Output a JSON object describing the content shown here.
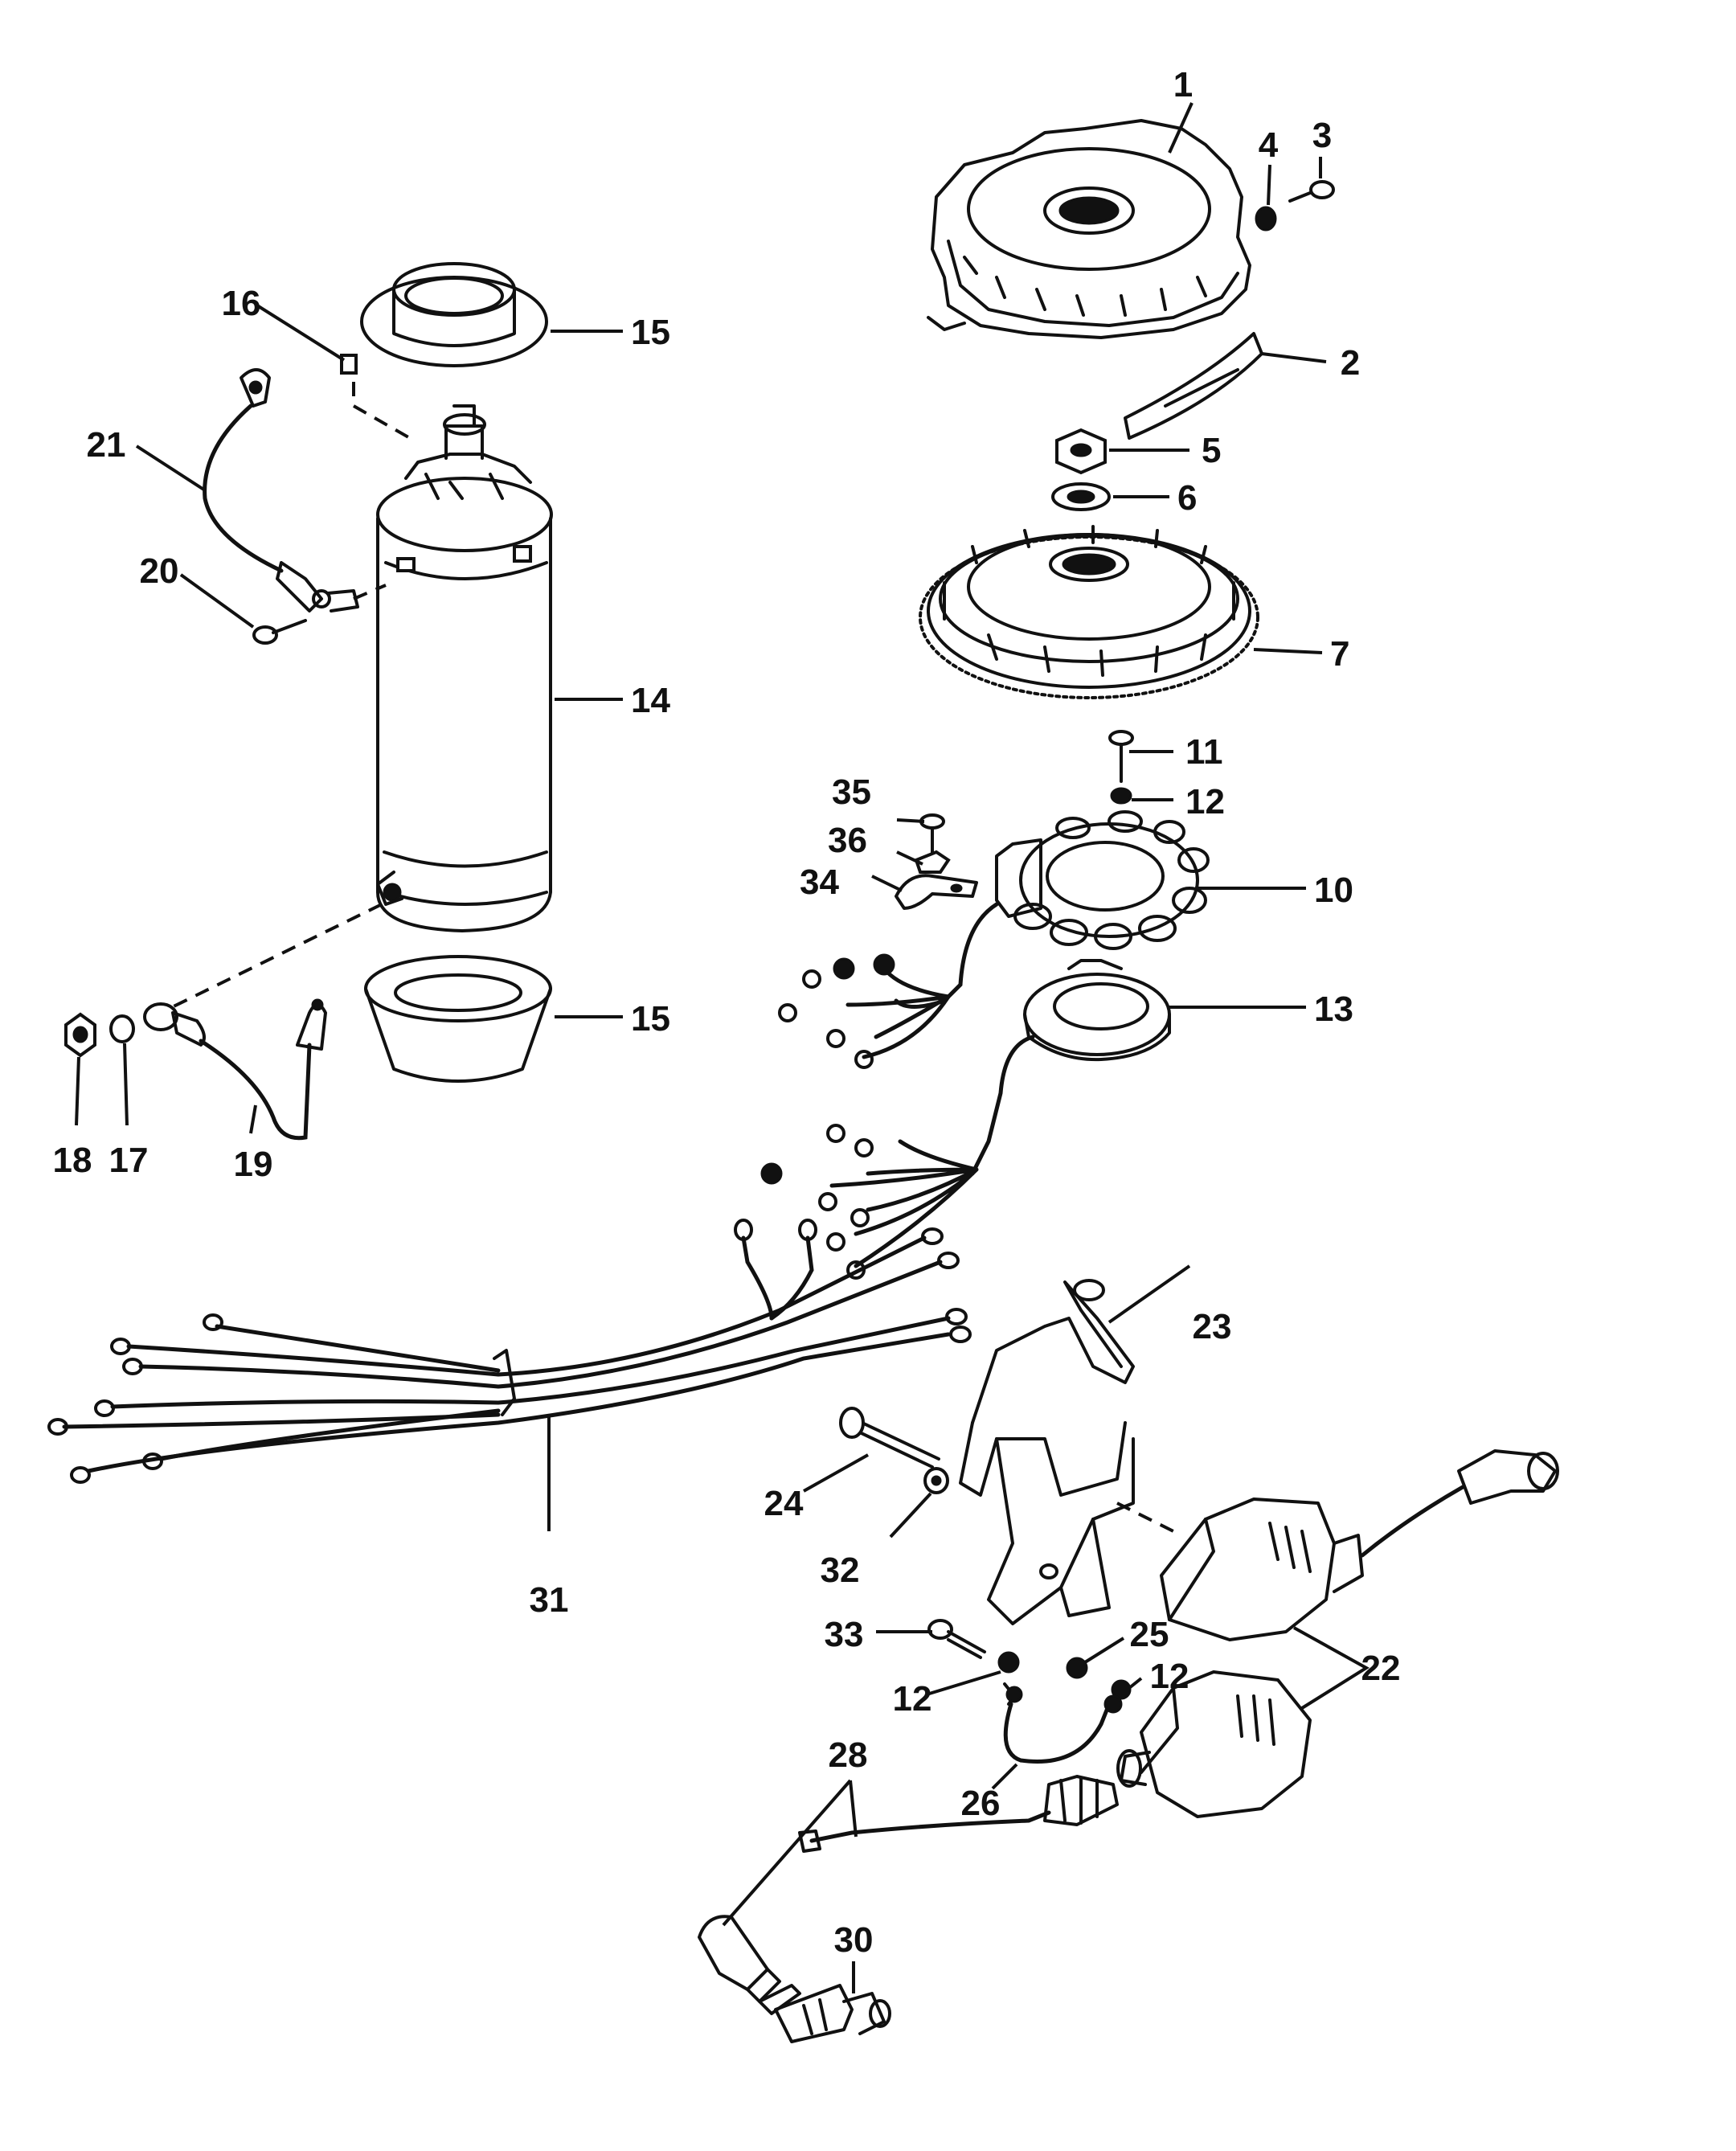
{
  "callouts": [
    {
      "id": "1",
      "label": "1"
    },
    {
      "id": "2",
      "label": "2"
    },
    {
      "id": "3",
      "label": "3"
    },
    {
      "id": "4",
      "label": "4"
    },
    {
      "id": "5",
      "label": "5"
    },
    {
      "id": "6",
      "label": "6"
    },
    {
      "id": "7",
      "label": "7"
    },
    {
      "id": "10",
      "label": "10"
    },
    {
      "id": "11",
      "label": "11"
    },
    {
      "id": "12a",
      "label": "12"
    },
    {
      "id": "12b",
      "label": "12"
    },
    {
      "id": "12c",
      "label": "12"
    },
    {
      "id": "13",
      "label": "13"
    },
    {
      "id": "14",
      "label": "14"
    },
    {
      "id": "15a",
      "label": "15"
    },
    {
      "id": "15b",
      "label": "15"
    },
    {
      "id": "16",
      "label": "16"
    },
    {
      "id": "17",
      "label": "17"
    },
    {
      "id": "18",
      "label": "18"
    },
    {
      "id": "19",
      "label": "19"
    },
    {
      "id": "20",
      "label": "20"
    },
    {
      "id": "21",
      "label": "21"
    },
    {
      "id": "22",
      "label": "22"
    },
    {
      "id": "23",
      "label": "23"
    },
    {
      "id": "24",
      "label": "24"
    },
    {
      "id": "25",
      "label": "25"
    },
    {
      "id": "26",
      "label": "26"
    },
    {
      "id": "28",
      "label": "28"
    },
    {
      "id": "30",
      "label": "30"
    },
    {
      "id": "31",
      "label": "31"
    },
    {
      "id": "32",
      "label": "32"
    },
    {
      "id": "33",
      "label": "33"
    },
    {
      "id": "34",
      "label": "34"
    },
    {
      "id": "35",
      "label": "35"
    },
    {
      "id": "36",
      "label": "36"
    }
  ]
}
